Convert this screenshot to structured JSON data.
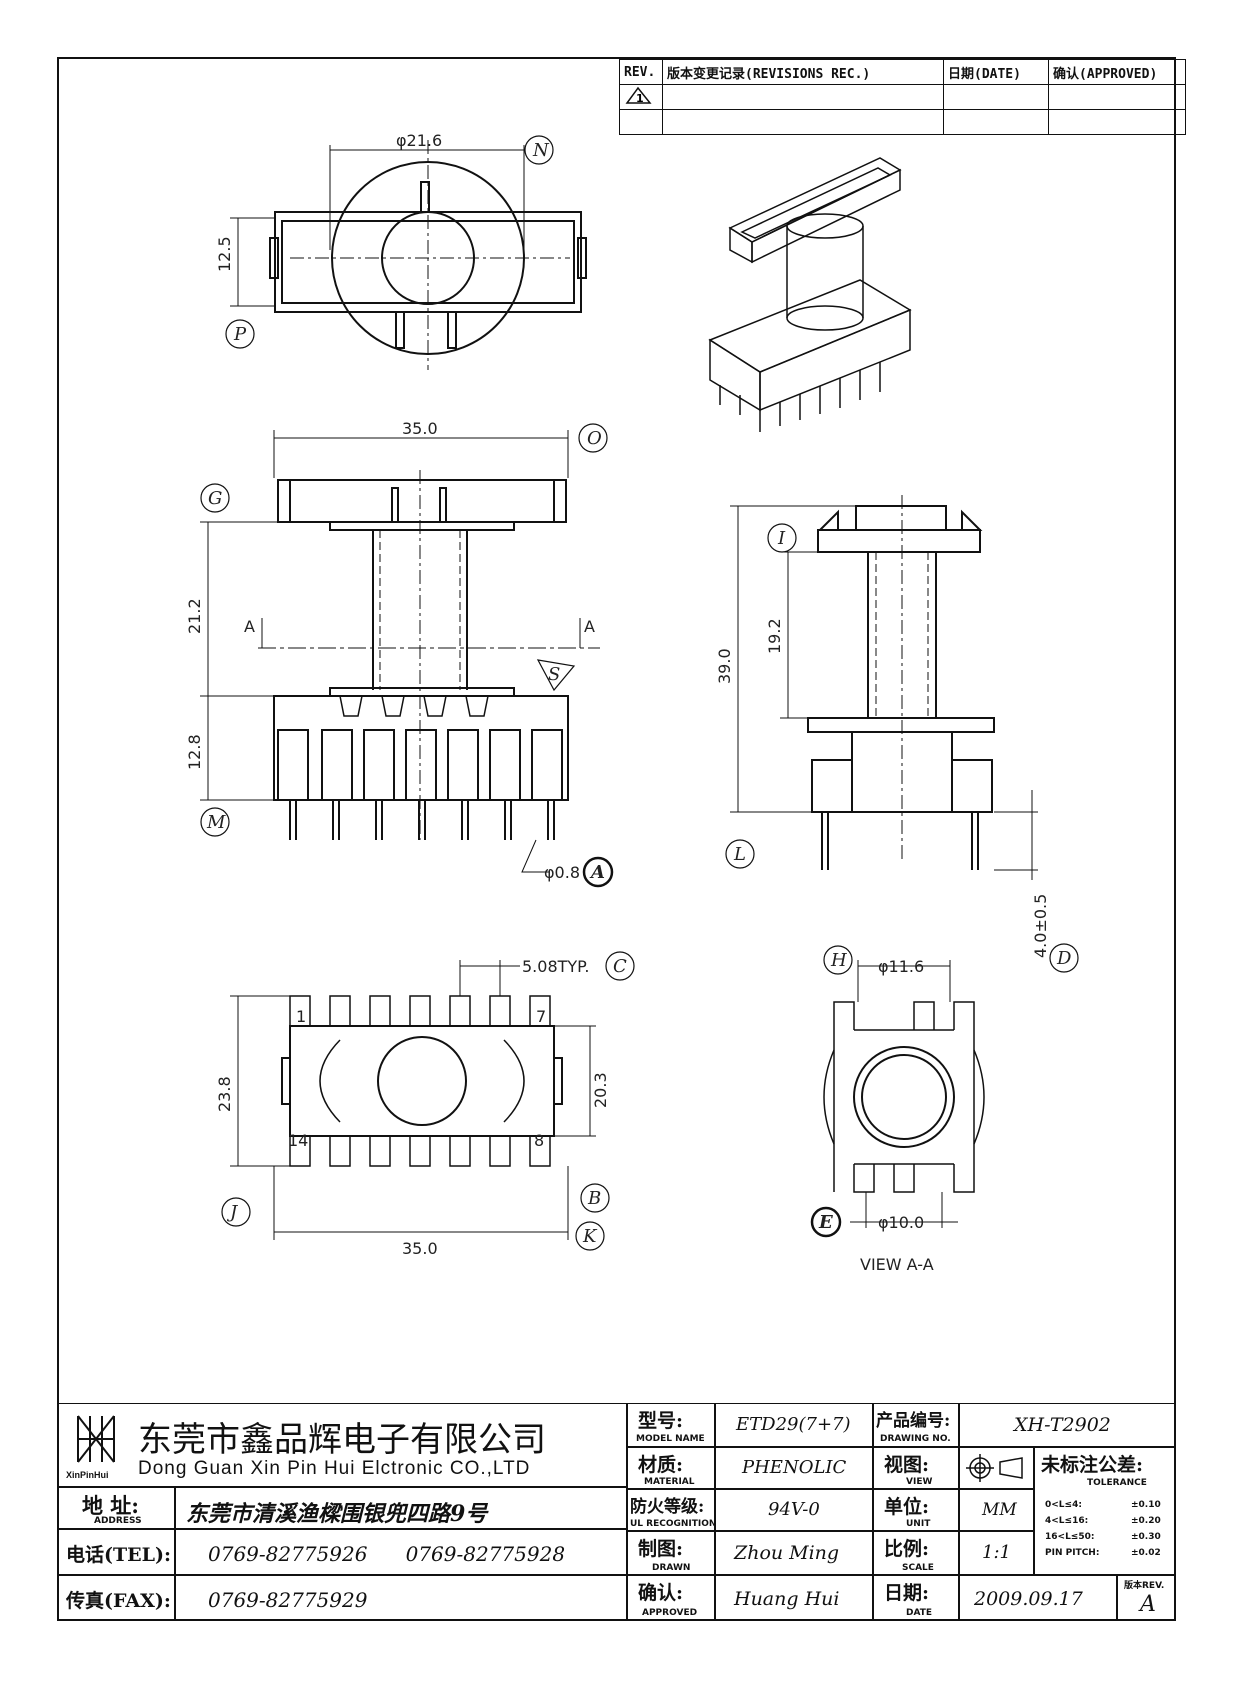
{
  "revision_table": {
    "headers": [
      "REV.",
      "版本变更记录(REVISIONS REC.)",
      "日期(DATE)",
      "确认(APPROVED)"
    ],
    "rev_mark": "1"
  },
  "dims": {
    "top_dia": "φ21.6",
    "top_h": "12.5",
    "front_w": "35.0",
    "front_h1": "21.2",
    "front_h2": "12.8",
    "pin_dia": "φ0.8",
    "section_a": "A",
    "side_h": "39.0",
    "side_h2": "19.2",
    "pin_len": "4.0±0.5",
    "pitch": "5.08TYP.",
    "bottom_h": "23.8",
    "bottom_h2": "20.3",
    "bottom_w": "35.0",
    "pin_1": "1",
    "pin_7": "7",
    "pin_14": "14",
    "pin_8": "8",
    "sec_d1": "φ11.6",
    "sec_d2": "φ10.0",
    "view": "VIEW A-A"
  },
  "labels": {
    "N": "N",
    "P": "P",
    "O": "O",
    "G": "G",
    "M": "M",
    "A": "A",
    "I": "I",
    "L": "L",
    "D": "D",
    "C": "C",
    "B": "B",
    "J": "J",
    "K": "K",
    "H": "H",
    "E": "E",
    "S": "S"
  },
  "title_block": {
    "company_cn": "东莞市鑫品辉电子有限公司",
    "company_en": "Dong Guan Xin Pin Hui Elctronic CO.,LTD",
    "logo_text": "XinPinHui",
    "address_label": "地  址:",
    "address_sub": "ADDRESS",
    "address": "东莞市清溪渔樑围银兜四路9号",
    "tel_label": "电话(TEL):",
    "tel": "0769-82775926      0769-82775928",
    "fax_label": "传真(FAX):",
    "fax": "0769-82775929",
    "model_label": "型号:",
    "model_sub": "MODEL NAME",
    "model": "ETD29(7+7)",
    "material_label": "材质:",
    "material_sub": "MATERIAL",
    "material": "PHENOLIC",
    "ul_label": "防火等级:",
    "ul_sub": "UL RECOGNITION",
    "ul": "94V-0",
    "drawn_label": "制图:",
    "drawn_sub": "DRAWN",
    "drawn": "Zhou Ming",
    "approved_label": "确认:",
    "approved_sub": "APPROVED",
    "approved": "Huang Hui",
    "drawing_no_label": "产品编号:",
    "drawing_no_sub": "DRAWING NO.",
    "drawing_no": "XH-T2902",
    "view_label": "视图:",
    "view_sub": "VIEW",
    "unit_label": "单位:",
    "unit_sub": "UNIT",
    "unit": "MM",
    "scale_label": "比例:",
    "scale_sub": "SCALE",
    "scale": "1:1",
    "date_label": "日期:",
    "date_sub": "DATE",
    "date": "2009.09.17",
    "tolerance_label": "未标注公差:",
    "tolerance_sub": "TOLERANCE",
    "tol_rows": [
      [
        "0<L≤4:",
        "±0.10"
      ],
      [
        "4<L≤16:",
        "±0.20"
      ],
      [
        "16<L≤50:",
        "±0.30"
      ],
      [
        "PIN PITCH:",
        "±0.02"
      ]
    ],
    "rev_label": "版本REV.",
    "rev": "A"
  }
}
